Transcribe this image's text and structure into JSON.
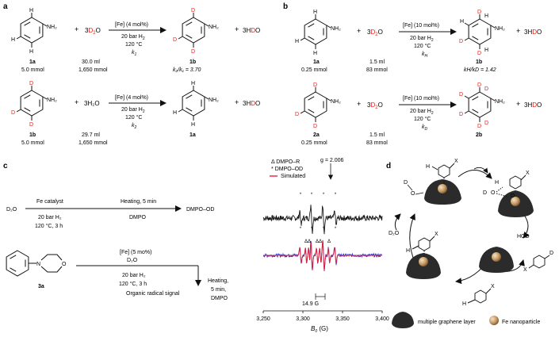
{
  "panels": {
    "a": {
      "label": "a",
      "row1": {
        "sub_label": "1a",
        "sub_amount": "5.0 mmol",
        "reagent_coef": "3",
        "reagent_D": "D",
        "reagent_sub2": "2",
        "reagent_O": "O",
        "reagent_vol": "30.0 ml",
        "reagent_amount": "1,650 mmol",
        "cond_cat": "[Fe] (4 mol%)",
        "cond_h2": "20 bar H",
        "cond_h2_sub": "2",
        "cond_temp": "120 °C",
        "rate": "k",
        "rate_sub": "1",
        "prod_label": "1b",
        "ratio": "k₂/k₁ = 3.70",
        "byprod_coef": "3H",
        "byprod_D": "D",
        "byprod_O": "O"
      },
      "row2": {
        "sub_label": "1b",
        "sub_amount": "5.0 mmol",
        "reagent": "3H₂O",
        "reagent_vol": "29.7 ml",
        "reagent_amount": "1,650 mmol",
        "cond_cat": "[Fe] (4 mol%)",
        "cond_h2": "20 bar H",
        "cond_h2_sub": "2",
        "cond_temp": "120 °C",
        "rate": "k",
        "rate_sub": "2",
        "prod_label": "1a",
        "byprod_coef": "3H",
        "byprod_D": "D",
        "byprod_O": "O"
      }
    },
    "b": {
      "label": "b",
      "row1": {
        "sub_label": "1a",
        "sub_amount": "0.25 mmol",
        "reagent_coef": "3",
        "reagent_D": "D",
        "reagent_sub2": "2",
        "reagent_O": "O",
        "reagent_vol": "1.5 ml",
        "reagent_amount": "83 mmol",
        "cond_cat": "[Fe] (10 mol%)",
        "cond_h2": "20 bar H",
        "cond_h2_sub": "2",
        "cond_temp": "120 °C",
        "rate": "k",
        "rate_sub": "H",
        "prod_label": "1b",
        "ratio": "kH/kD = 1.42",
        "byprod_coef": "3H",
        "byprod_D": "D",
        "byprod_O": "O"
      },
      "row2": {
        "sub_label": "2a",
        "sub_amount": "0.25 mmol",
        "reagent_coef": "3",
        "reagent_D": "D",
        "reagent_sub2": "2",
        "reagent_O": "O",
        "reagent_vol": "1.5 ml",
        "reagent_amount": "83 mmol",
        "cond_cat": "[Fe] (10 mol%)",
        "cond_h2": "20 bar H",
        "cond_h2_sub": "2",
        "cond_temp": "120 °C",
        "rate": "k",
        "rate_sub": "D",
        "prod_label": "2b",
        "byprod_coef": "3H",
        "byprod_D": "D",
        "byprod_O": "O"
      }
    },
    "c": {
      "label": "c",
      "scheme1": {
        "start": "D₂O",
        "cat": "Fe catalyst",
        "cond_h2": "20 bar H₂",
        "cond_temp": "120 °C, 3 h",
        "step2": "Heating, 5 min",
        "step2_reagent": "DMPO",
        "product": "DMPO–OD"
      },
      "scheme2": {
        "sub_label": "3a",
        "cat": "[Fe] (5 mo%)",
        "solvent": "D₂O",
        "cond_h2": "20 bar H₂",
        "cond_temp": "120 °C, 3 h",
        "step2_line1": "Heating,",
        "step2_line2": "5 min,",
        "step2_line3": "DMPO",
        "product": "Organic radical signal"
      },
      "epr": {
        "g_label": "g = 2.006",
        "legend": [
          {
            "symbol": "Δ",
            "text": "DMPO–R"
          },
          {
            "symbol": "*",
            "text": "DMPO–OD"
          },
          {
            "symbol": "line",
            "text": "Simulated"
          }
        ],
        "splitting_label": "14.9 G",
        "x_ticks": [
          "3,250",
          "3,300",
          "3,350",
          "3,400"
        ],
        "x_axis_label": "B",
        "x_axis_sub": "0",
        "x_axis_unit": "(G)"
      }
    },
    "d": {
      "label": "d",
      "x_label": "X",
      "h_label": "H",
      "d_label": "D",
      "o_label": "O",
      "d2o": "D₂O",
      "hod": "HOD",
      "legend_graphene": "multiple graphene layer",
      "legend_fe": "Fe nanoparticle"
    }
  },
  "colors": {
    "deuterium": "#e0201c",
    "epr_trace": "#1a1a1a",
    "epr_data": "#2b3fd6",
    "epr_sim": "#e0213b",
    "graphene": "#2b2b2b",
    "fe": "#c59a63"
  }
}
